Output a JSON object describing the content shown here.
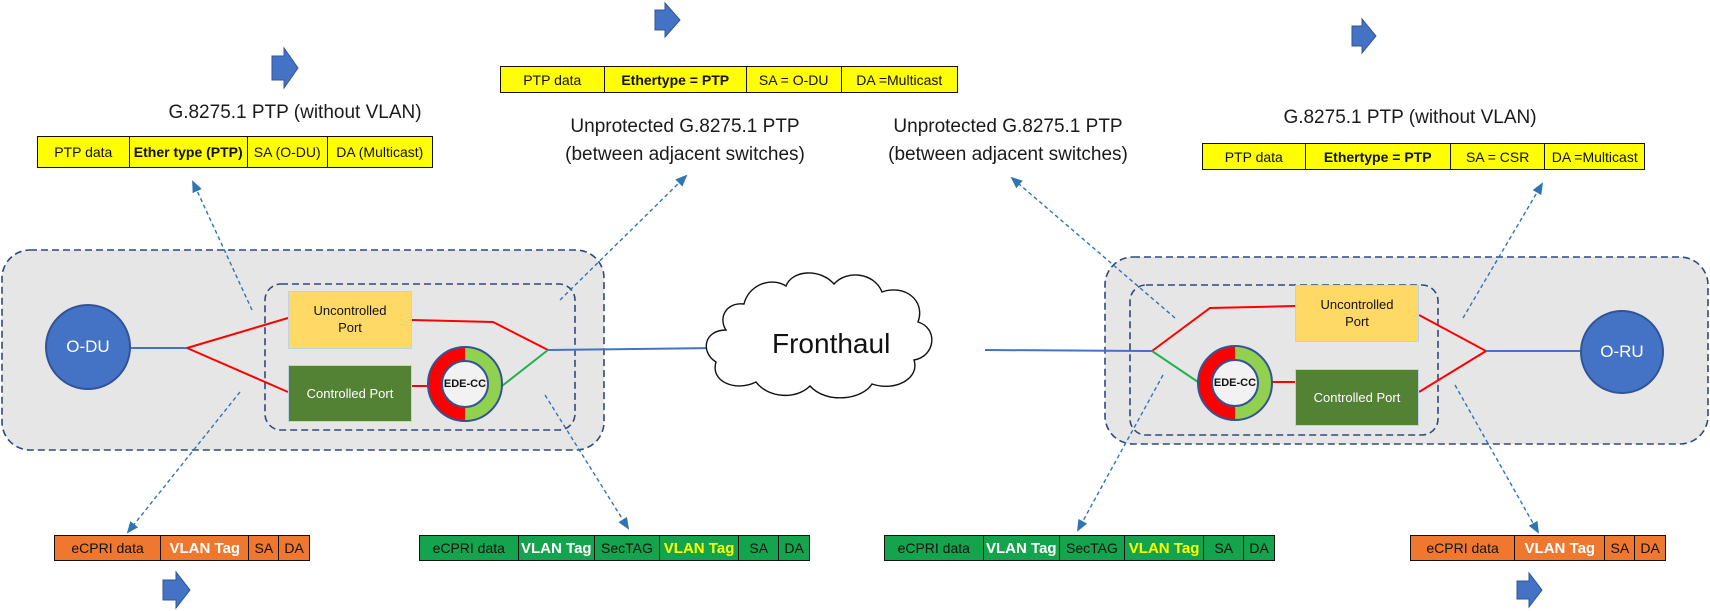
{
  "colors": {
    "ptp_header": "#ffff00",
    "ecpri_header": "#f0782e",
    "macsec_header": "#14a44d",
    "node": "#4472c4",
    "uncontrolled_port": "#ffd966",
    "controlled_port": "#548235",
    "switch_box": "#e7e6e6",
    "uncontrolled_path": "#ff0000",
    "controlled_path": "#22b14c",
    "arrow": "#4472c4"
  },
  "titles": {
    "left_ptp": "G.8275.1 PTP (without VLAN)",
    "center_left_line1": "Unprotected G.8275.1 PTP",
    "center_left_line2": "(between adjacent switches)",
    "center_right_line1": "Unprotected G.8275.1 PTP",
    "center_right_line2": "(between adjacent switches)",
    "right_ptp": "G.8275.1 PTP (without VLAN)"
  },
  "headers": {
    "ptp_left": [
      "PTP data",
      "Ether type (PTP)",
      "SA  (O-DU)",
      "DA (Multicast)"
    ],
    "ptp_center": [
      "PTP data",
      "Ethertype = PTP",
      "SA = O-DU",
      "DA  =Multicast"
    ],
    "ptp_right": [
      "PTP data",
      "Ethertype = PTP",
      "SA = CSR",
      "DA  =Multicast"
    ],
    "ecpri_left": [
      "eCPRI data",
      "VLAN Tag",
      "SA",
      "DA"
    ],
    "macsec_left": [
      "eCPRI data",
      "VLAN Tag",
      "SecTAG",
      "VLAN Tag",
      "SA",
      "DA"
    ],
    "macsec_right": [
      "eCPRI data",
      "VLAN Tag",
      "SecTAG",
      "VLAN Tag",
      "SA",
      "DA"
    ],
    "ecpri_right": [
      "eCPRI data",
      "VLAN Tag",
      "SA",
      "DA"
    ]
  },
  "nodes": {
    "odu": "O-DU",
    "oru": "O-RU"
  },
  "ports": {
    "left_uncontrolled_1": "Uncontrolled",
    "left_uncontrolled_2": "Port",
    "left_controlled": "Controlled Port",
    "right_uncontrolled_1": "Uncontrolled",
    "right_uncontrolled_2": "Port",
    "right_controlled": "Controlled Port"
  },
  "ede": {
    "left": "EDE-CC",
    "right": "EDE-CC"
  },
  "cloud": {
    "label": "Fronthaul"
  },
  "icons": {
    "direction_arrow": "right-block-arrow-icon",
    "cloud": "cloud-icon"
  }
}
